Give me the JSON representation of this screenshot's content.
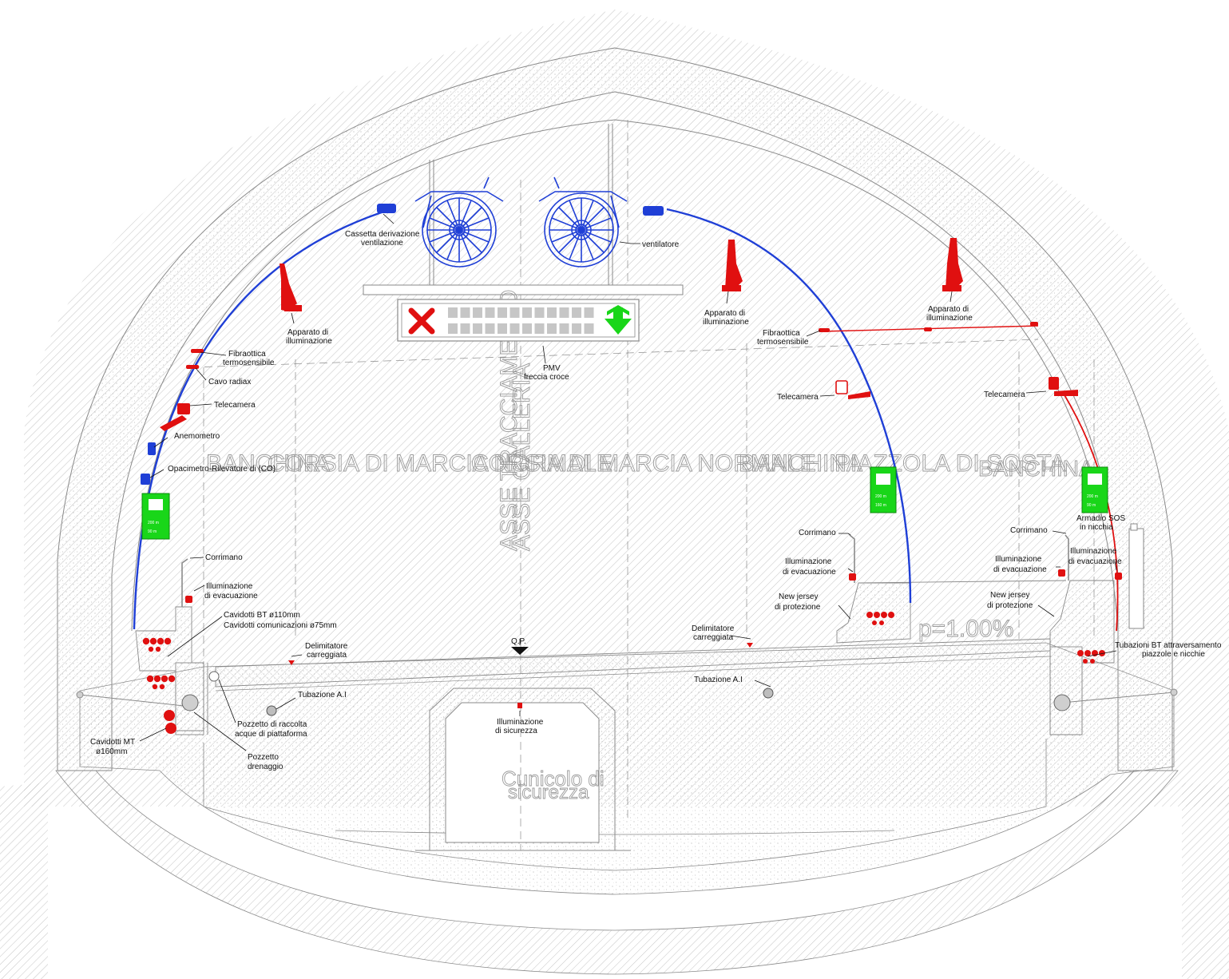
{
  "colors": {
    "background": "#ffffff",
    "hatch": "#b5b5b5",
    "line": "#8a8a8a",
    "ventilation": "#1f3fd6",
    "safety_red": "#e01010",
    "sign_green": "#19d619",
    "watermark": "#9a9a9a",
    "label_text": "#111111"
  },
  "watermarks": {
    "banchina_left": "BANCHINA",
    "corsia_left": "CORSIA DI MARCIA NORMALE",
    "corsia_right": "CORSIA DI MARCIA NORMALE",
    "banchina_mid": "BANCHINA",
    "piazzola": "PIAZZOLA DI SOSTA",
    "banchina_right": "BANCHINA",
    "asse_tracciamento": "ASSE TRACCIAMENTO",
    "asse_galleria": "ASSE GALLERIA",
    "cunicolo_line1": "Cunicolo di",
    "cunicolo_line2": "sicurezza",
    "slope": "p=1.00%"
  },
  "pmv": {
    "cross_symbol": "cross-icon",
    "arrow_symbol": "arrow-down-icon"
  },
  "signs": {
    "left_line1": "200 m",
    "left_line2": "90 m",
    "mid_line1": "200 m",
    "mid_line2": "160 m",
    "right_line1": "200 m",
    "right_line2": "90 m"
  },
  "labels": {
    "cassetta_1": "Cassetta derivazione",
    "cassetta_2": "ventilazione",
    "ventilatore": "ventilatore",
    "apparato_left_1": "Apparato di",
    "apparato_left_2": "illuminazione",
    "apparato_mid_1": "Apparato di",
    "apparato_mid_2": "illuminazione",
    "apparato_right_1": "Apparato di",
    "apparato_right_2": "illuminazione",
    "pmv_1": "PMV",
    "pmv_2": "freccia croce",
    "fibra_left_1": "Fibraottica",
    "fibra_left_2": "termosensibile",
    "fibra_right_1": "Fibraottica",
    "fibra_right_2": "termosensibile",
    "cavo_radiax": "Cavo radiax",
    "telecamera_left": "Telecamera",
    "telecamera_mid": "Telecamera",
    "telecamera_right": "Telecamera",
    "anemometro": "Anemometro",
    "opacimetro": "Opacimetro-Rilevatore di (CO)",
    "corrimano_left": "Corrimano",
    "corrimano_mid": "Corrimano",
    "corrimano_right": "Corrimano",
    "evac_left_1": "Illuminazione",
    "evac_left_2": "di evacuazione",
    "evac_mid_1": "Illuminazione",
    "evac_mid_2": "di evacuazione",
    "evac_right_1": "Illuminazione",
    "evac_right_2": "di evacuazione",
    "evac_far_1": "Illuminazione",
    "evac_far_2": "di evacuazione",
    "armadio_1": "Armadio SOS",
    "armadio_2": "in nicchia",
    "newjersey_left_1": "New jersey",
    "newjersey_left_2": "di protezione",
    "newjersey_right_1": "New jersey",
    "newjersey_right_2": "di protezione",
    "cavidotti_bt": "Cavidotti BT ø110mm",
    "cavidotti_com": "Cavidotti comunicazioni ø75mm",
    "delim_left_1": "Delimitatore",
    "delim_left_2": "carreggiata",
    "delim_right_1": "Delimitatore",
    "delim_right_2": "carreggiata",
    "qp": "Q.P.",
    "tubazione_left": "Tubazione A.I",
    "tubazione_right": "Tubazione A.I",
    "illum_sicurezza_1": "Illuminazione",
    "illum_sicurezza_2": "di sicurezza",
    "pozzetto_raccolta_1": "Pozzetto di raccolta",
    "pozzetto_raccolta_2": "acque di piattaforma",
    "pozzetto_dren_1": "Pozzetto",
    "pozzetto_dren_2": "drenaggio",
    "cavidotti_mt_1": "Cavidotti MT",
    "cavidotti_mt_2": "ø160mm",
    "tubazioni_bt_1": "Tubazioni BT attraversamento",
    "tubazioni_bt_2": "piazzole e nicchie"
  }
}
